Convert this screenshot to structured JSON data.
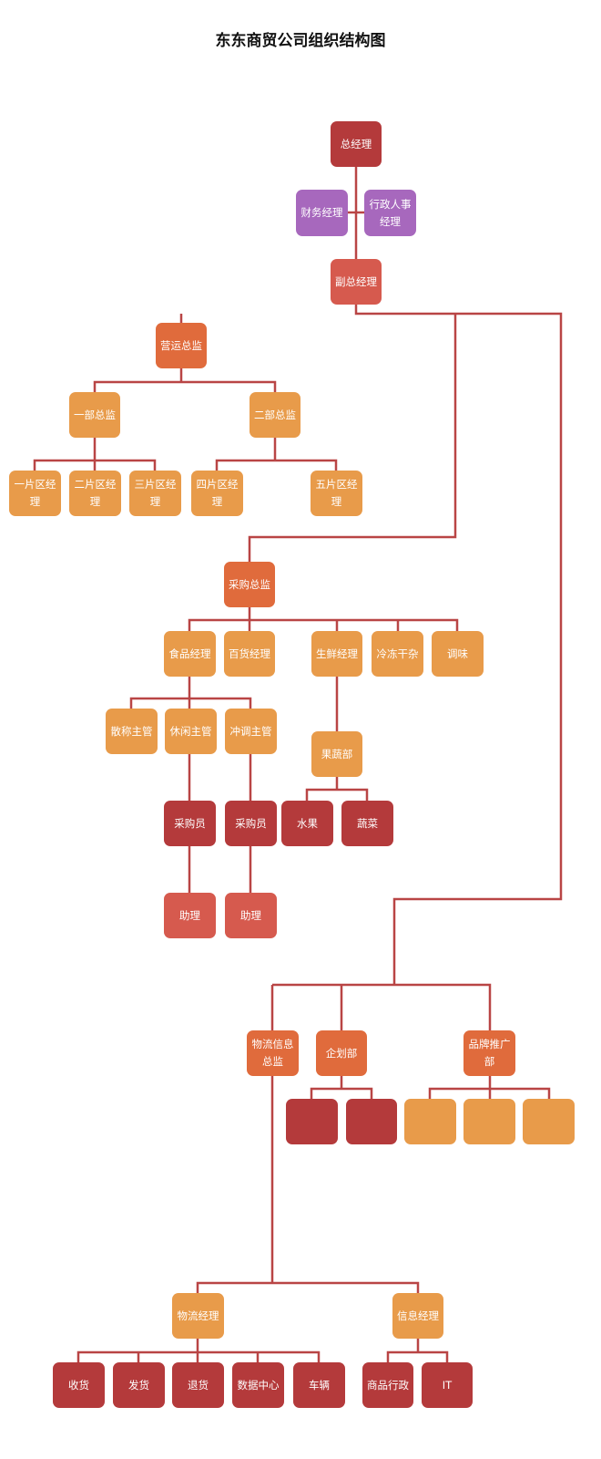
{
  "title": "东东商贸公司组织结构图",
  "colors": {
    "line": "#b94545",
    "dark_red": "#b43a3b",
    "brick": "#d65a4e",
    "deep_orange": "#e06b3c",
    "orange": "#e89b4a",
    "purple": "#a768bd"
  },
  "nodes": {
    "gm": "总经理",
    "finance": "财务经理",
    "hr_admin": "行政人事经理",
    "deputy_gm": "副总经理",
    "ops_director": "营运总监",
    "dept1_director": "一部总监",
    "dept2_director": "二部总监",
    "area1": "一片区经理",
    "area2": "二片区经理",
    "area3": "三片区经理",
    "area4": "四片区经理",
    "area5": "五片区经理",
    "purchase_director": "采购总监",
    "food_manager": "食品经理",
    "general_goods_manager": "百货经理",
    "fresh_manager": "生鲜经理",
    "frozen_dry": "冷冻干杂",
    "seasoning": "调味",
    "bulk_supervisor": "散称主管",
    "snack_supervisor": "休闲主管",
    "beverage_supervisor": "冲调主管",
    "buyer_1": "采购员",
    "buyer_2": "采购员",
    "assistant_1": "助理",
    "assistant_2": "助理",
    "fruit_veg_dept": "果蔬部",
    "fruit": "水果",
    "vegetable": "蔬菜",
    "logistics_info_director": "物流信息总监",
    "planning_dept": "企划部",
    "brand_promo_dept": "品牌推广部",
    "logistics_manager": "物流经理",
    "info_manager": "信息经理",
    "receiving": "收货",
    "shipping": "发货",
    "returns": "退货",
    "data_center": "数据中心",
    "vehicles": "车辆",
    "merch_admin": "商品行政",
    "it": "IT",
    "planning_child_1": "",
    "planning_child_2": "",
    "brand_child_1": "",
    "brand_child_2": "",
    "brand_child_3": ""
  }
}
